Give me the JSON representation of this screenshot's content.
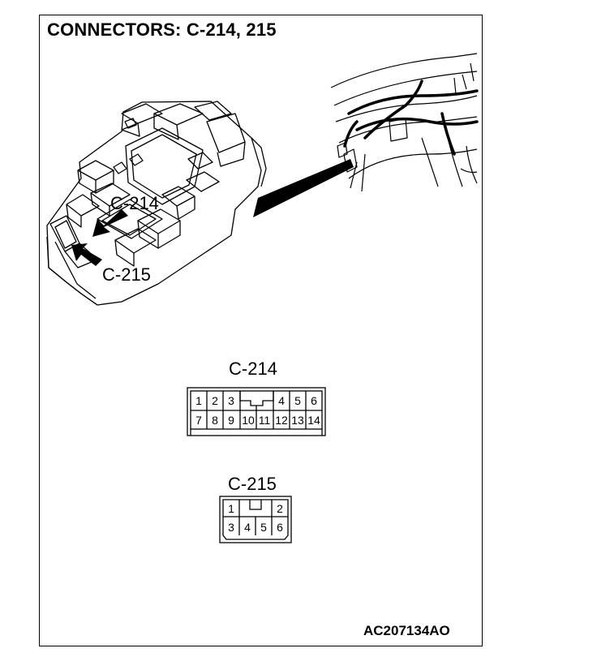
{
  "title": "CONNECTORS: C-214, 215",
  "document_id": "AC207134AO",
  "callouts": {
    "c214": "C-214",
    "c215": "C-215"
  },
  "connectors": {
    "c214": {
      "label": "C-214",
      "row1": [
        "1",
        "2",
        "3",
        "4",
        "5",
        "6"
      ],
      "row2": [
        "7",
        "8",
        "9",
        "10",
        "11",
        "12",
        "13",
        "14"
      ]
    },
    "c215": {
      "label": "C-215",
      "row1": [
        "1",
        "2"
      ],
      "row2": [
        "3",
        "4",
        "5",
        "6"
      ]
    }
  }
}
